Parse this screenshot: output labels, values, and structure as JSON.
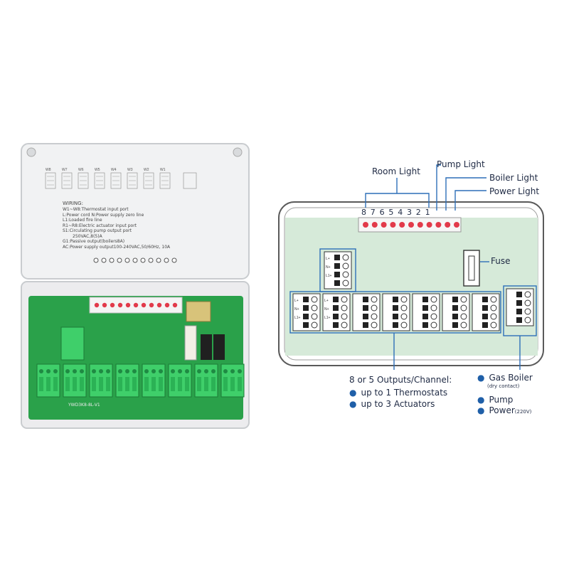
{
  "product_photo": {
    "lid_wiring": {
      "heading": "WIRING:",
      "lines": [
        "W1~W8:Thermostat input port",
        "L:Power cord   N:Power supply zero line",
        "L1:Loaded fire line",
        "R1~R8:Electric actuator input port",
        "S1:Circulating pump output port",
        "250VAC,8(5)A",
        "G1:Passive output(boilers8A)",
        "AC:Power supply output100-240VAC,50/60Hz,  10A"
      ],
      "channel_labels": [
        "W8",
        "W7",
        "W6",
        "W5",
        "W4",
        "W3",
        "W2",
        "W1"
      ]
    },
    "board_label": "YWD3K8-8L-V1"
  },
  "diagram": {
    "top_labels": {
      "room_light": "Room Light",
      "pump_light": "Pump Light",
      "boiler_light": "Boiler Light",
      "power_light": "Power Light"
    },
    "led_numbers": [
      "8",
      "7",
      "6",
      "5",
      "4",
      "3",
      "2",
      "1"
    ],
    "fuse_label": "Fuse",
    "outputs_heading": "8 or 5 Outputs/Channel:",
    "outputs_items": [
      "up to 1 Thermostats",
      "up to 3 Actuators"
    ],
    "right_items": {
      "gas_boiler": "Gas Boiler",
      "gas_boiler_note": "(dry contact)",
      "pump": "Pump",
      "power": "Power",
      "power_note": "(220V)"
    },
    "terminal_pins": [
      "L+",
      "N+",
      "L1+"
    ]
  },
  "colors": {
    "board_green": "#2aa14a",
    "terminal_green": "#3fcf6a",
    "panel_green": "#d6ead9",
    "callout_blue": "#2d6fb8",
    "led_red": "#e23a4a"
  }
}
